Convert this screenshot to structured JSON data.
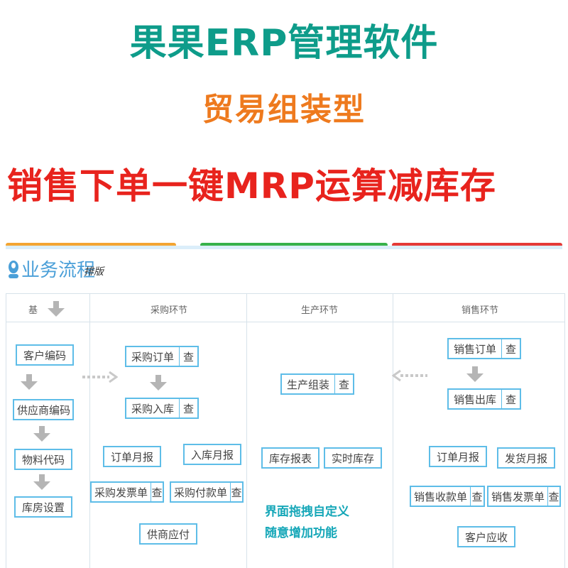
{
  "banner": {
    "title": "果果ERP管理软件",
    "subtitle": "贸易组装型",
    "slogan": "销售下单一键MRP运算减库存"
  },
  "app": {
    "title": "业务流程",
    "title_suffix": "排版"
  },
  "sections": {
    "basic": {
      "title": "基"
    },
    "purchase": {
      "title": "采购环节"
    },
    "production": {
      "title": "生产环节"
    },
    "sales": {
      "title": "销售环节"
    }
  },
  "boxes": {
    "customer_code": "客户编码",
    "supplier_code": "供应商编码",
    "material_code": "物料代码",
    "warehouse_setup": "库房设置",
    "purchase_order": "采购订单",
    "purchase_inbound": "采购入库",
    "order_monthly": "订单月报",
    "inbound_monthly": "入库月报",
    "purchase_invoice": "采购发票单",
    "purchase_payment": "采购付款单",
    "supplier_payable": "供商应付",
    "production_assembly": "生产组装",
    "inventory_report": "库存报表",
    "realtime_inventory": "实时库存",
    "sales_order": "销售订单",
    "sales_outbound": "销售出库",
    "sales_order_monthly": "订单月报",
    "delivery_monthly": "发货月报",
    "sales_receipt": "销售收款单",
    "sales_invoice": "销售发票单",
    "customer_receivable": "客户应收"
  },
  "query_label": "查",
  "note": {
    "line1": "界面拖拽自定义",
    "line2": "随意增加功能"
  },
  "colors": {
    "title_teal": "#0e9c8a",
    "subtitle_orange": "#ee7a1e",
    "slogan_red": "#e8231d",
    "box_border": "#5ebde8",
    "note_teal": "#16a7b8",
    "arrow_gray": "#b5b5b5"
  }
}
